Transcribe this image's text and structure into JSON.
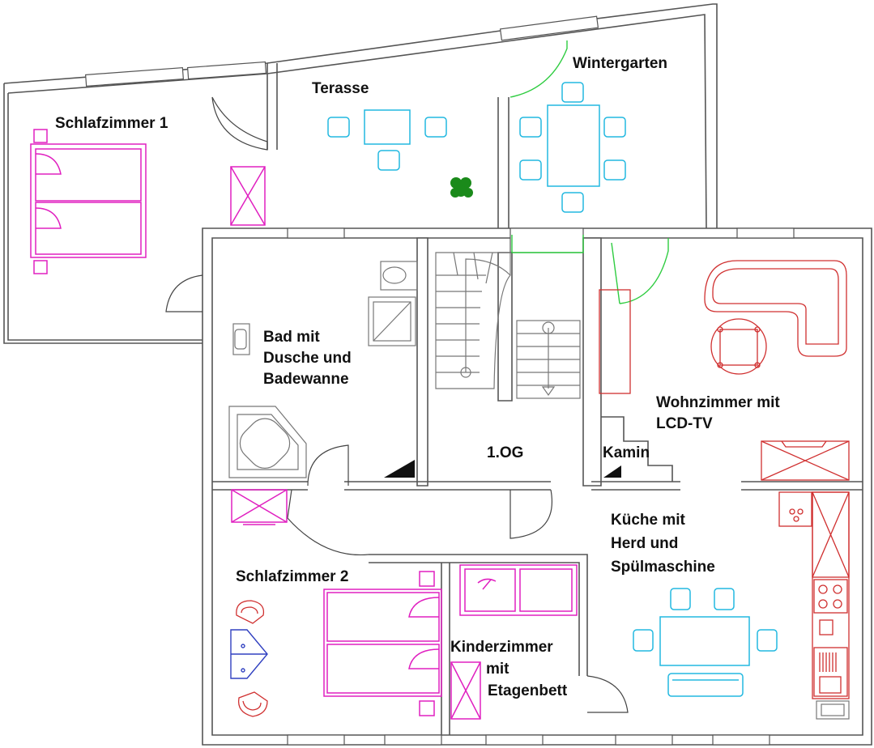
{
  "rooms": {
    "schlafzimmer1": "Schlafzimmer 1",
    "terasse": "Terasse",
    "wintergarten": "Wintergarten",
    "bad": [
      "Bad mit",
      "Dusche und",
      "Badewanne"
    ],
    "og": "1.OG",
    "kamin": "Kamin",
    "wohnzimmer": [
      "Wohnzimmer mit",
      "LCD-TV"
    ],
    "kueche": [
      "Küche mit",
      "Herd und",
      "Spülmaschine"
    ],
    "schlafzimmer2": "Schlafzimmer 2",
    "kinderzimmer": [
      "Kinderzimmer",
      "mit",
      "Etagenbett"
    ]
  },
  "colors": {
    "walls": "#555555",
    "bedroom_furniture": "#e020c0",
    "dining_furniture": "#22b8e0",
    "living_furniture": "#d03030",
    "door_arcs_garden": "#2ecc40",
    "plant": "#1a8a1a",
    "armchair_blue": "#3040c0"
  }
}
